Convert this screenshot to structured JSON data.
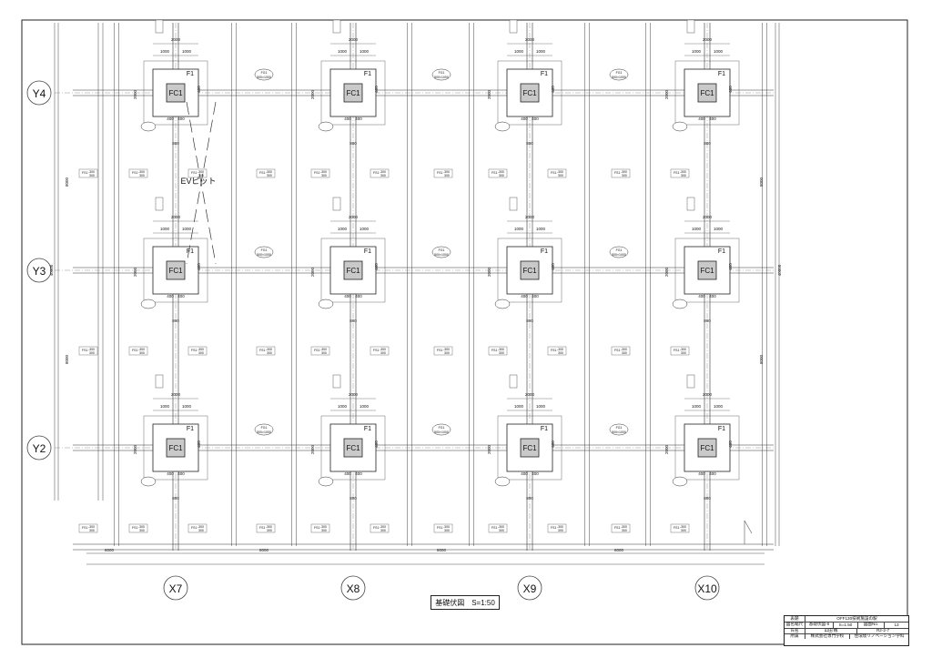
{
  "drawing": {
    "title": "基礎伏図",
    "scale": "S=1:50",
    "axes_x": [
      "X7",
      "X8",
      "X9",
      "X10"
    ],
    "axes_y": [
      "Y4",
      "Y3",
      "Y2"
    ],
    "footing_label": "FC1",
    "footing_tag": "F1",
    "ev_pit_label": "EVピット",
    "span_x": "8000",
    "span_y": "8000",
    "total_y": "40000",
    "dim_2000": "2000",
    "dim_1000": "1000",
    "dim_400": "400",
    "dim_800": "800",
    "dim_300": "300",
    "beam_tag": "FG1",
    "beam_dims": "500×1000",
    "slab_tag": "FS1",
    "slab_dims": "-300",
    "slab_sub": "300"
  },
  "title_block": {
    "rows": [
      {
        "k": "表題",
        "v": "OFF130技術施設の駅"
      },
      {
        "k": "図名縮尺",
        "v": "基礎伏図-6",
        "v2": "S=1:50",
        "k2": "図面No.",
        "v3": "13"
      },
      {
        "k": "氏名",
        "v": "山田 楓",
        "v2": "R2-2-7"
      },
      {
        "k": "所属",
        "v": "株式会社専門学校",
        "v2": "住環境リノベーション学科"
      }
    ]
  }
}
